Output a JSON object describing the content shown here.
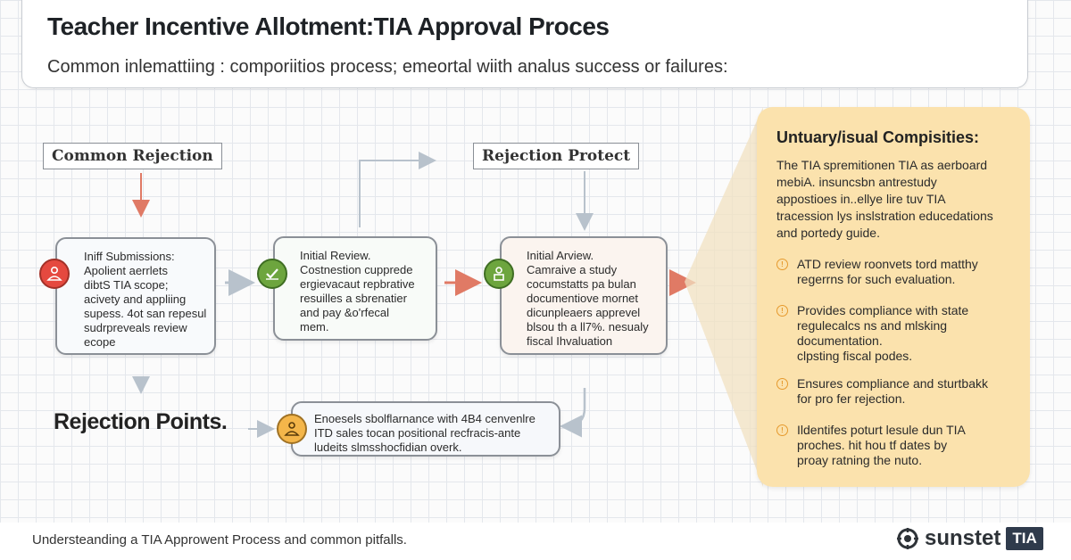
{
  "header": {
    "title": "Teacher Incentive Allotment:TIA Approval Proces",
    "subtitle": "Common inlemattiing : comporiitios process; emeortal wiith analus success or failures:"
  },
  "labels": {
    "common_rejection": "Common Rejection",
    "rejection_protect": "Rejection Protect",
    "rejection_points": "Rejection Points."
  },
  "cards": [
    {
      "icon": "person-icon",
      "lines": [
        "Iniff Submissions:",
        "Apolient aerrlets",
        "dibtS TIA scope;",
        "acivety and appliing",
        "supess. 4ot san repesul",
        "sudrpreveals review",
        "ecope"
      ]
    },
    {
      "icon": "check-icon",
      "lines": [
        "Initial Review.",
        "Costnestion cupprede",
        "ergievacaut repbrative",
        "resuilles a sbrenatier",
        "and pay &o'rfecal",
        "mem."
      ]
    },
    {
      "icon": "reviewer-icon",
      "lines": [
        "Initial Arview.",
        "Camraive a study",
        "cocumstatts pa bulan",
        "documentiove mornet",
        "dicunpleaers apprevel",
        "blsou th a ll7%. nesualy",
        "fiscal Ihvaluation"
      ]
    },
    {
      "icon": "warning-person-icon",
      "lines": [
        "Enoesels sbolflarnance with 4B4 cenvenlre",
        "ITD sales tocan positional recfracis-ante",
        "ludeits slmsshocfidian overk."
      ]
    }
  ],
  "panel": {
    "title": "Untuary/isual Compisities:",
    "intro": [
      "The TIA spremitionen TIA as aerboard",
      "mebiA. insuncsbn antrestudy",
      "appostioes in..ellye lire tuv TIA",
      "tracession lys inslstration educedations",
      "and portedy guide."
    ],
    "items": [
      [
        "ATD review roonvets tord matthy",
        "regerrns for such evaluation."
      ],
      [
        "Provides compliance with state",
        "regulecalcs ns and mlsking",
        "documentation.",
        "clpsting fiscal podes."
      ],
      [
        "Ensures compliance and sturtbakk",
        "for pro fer rejection."
      ],
      [
        "Ildentifes poturt lesule dun TIA",
        "proches. hit hou tf dates by",
        "proay ratning the nuto."
      ]
    ]
  },
  "footer": {
    "text": "Understeanding a TIA Approwent Process and common pitfalls.",
    "brand_name": "sunstet",
    "brand_tag": "TIA"
  },
  "colors": {
    "accent_red": "#e5493f",
    "accent_green": "#6da53e",
    "accent_orange": "#f4b64a",
    "panel_bg": "#fbe2ad"
  }
}
